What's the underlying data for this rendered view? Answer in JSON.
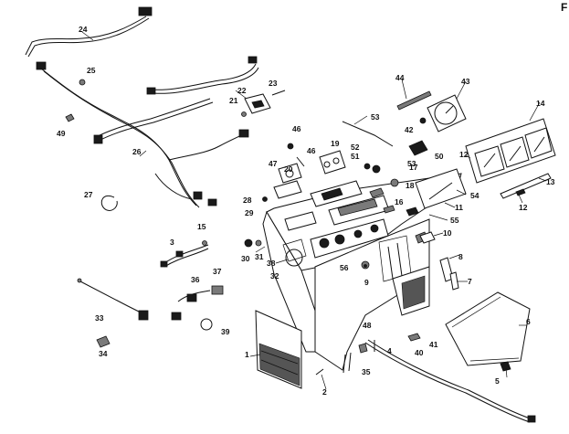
{
  "corner_mark": "F",
  "labels": [
    {
      "id": "1",
      "text": "1"
    },
    {
      "id": "2",
      "text": "2"
    },
    {
      "id": "3",
      "text": "3"
    },
    {
      "id": "4",
      "text": "4"
    },
    {
      "id": "5",
      "text": "5"
    },
    {
      "id": "6",
      "text": "6"
    },
    {
      "id": "7",
      "text": "7"
    },
    {
      "id": "8",
      "text": "8"
    },
    {
      "id": "9",
      "text": "9"
    },
    {
      "id": "10",
      "text": "10"
    },
    {
      "id": "11",
      "text": "11"
    },
    {
      "id": "12a",
      "text": "12"
    },
    {
      "id": "12b",
      "text": "12"
    },
    {
      "id": "13",
      "text": "13"
    },
    {
      "id": "14",
      "text": "14"
    },
    {
      "id": "15",
      "text": "15"
    },
    {
      "id": "16",
      "text": "16"
    },
    {
      "id": "17",
      "text": "17"
    },
    {
      "id": "18",
      "text": "18"
    },
    {
      "id": "19",
      "text": "19"
    },
    {
      "id": "20",
      "text": "20"
    },
    {
      "id": "21",
      "text": "21"
    },
    {
      "id": "22",
      "text": "22"
    },
    {
      "id": "23",
      "text": "23"
    },
    {
      "id": "24",
      "text": "24"
    },
    {
      "id": "25",
      "text": "25"
    },
    {
      "id": "26",
      "text": "26"
    },
    {
      "id": "27",
      "text": "27"
    },
    {
      "id": "28",
      "text": "28"
    },
    {
      "id": "29",
      "text": "29"
    },
    {
      "id": "30",
      "text": "30"
    },
    {
      "id": "31",
      "text": "31"
    },
    {
      "id": "32",
      "text": "32"
    },
    {
      "id": "33",
      "text": "33"
    },
    {
      "id": "34",
      "text": "34"
    },
    {
      "id": "35",
      "text": "35"
    },
    {
      "id": "36",
      "text": "36"
    },
    {
      "id": "37",
      "text": "37"
    },
    {
      "id": "38",
      "text": "38"
    },
    {
      "id": "39",
      "text": "39"
    },
    {
      "id": "40",
      "text": "40"
    },
    {
      "id": "41",
      "text": "41"
    },
    {
      "id": "42",
      "text": "42"
    },
    {
      "id": "43",
      "text": "43"
    },
    {
      "id": "44",
      "text": "44"
    },
    {
      "id": "46a",
      "text": "46"
    },
    {
      "id": "46b",
      "text": "46"
    },
    {
      "id": "47",
      "text": "47"
    },
    {
      "id": "48",
      "text": "48"
    },
    {
      "id": "49",
      "text": "49"
    },
    {
      "id": "50",
      "text": "50"
    },
    {
      "id": "51",
      "text": "51"
    },
    {
      "id": "52",
      "text": "52"
    },
    {
      "id": "53a",
      "text": "53"
    },
    {
      "id": "53b",
      "text": "53"
    },
    {
      "id": "54",
      "text": "54"
    },
    {
      "id": "55",
      "text": "55"
    },
    {
      "id": "56",
      "text": "56"
    }
  ]
}
